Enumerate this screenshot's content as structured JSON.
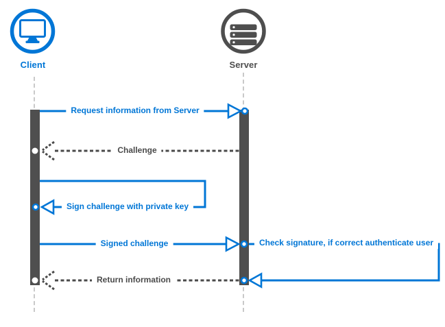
{
  "diagram": {
    "type": "sequence-diagram",
    "colors": {
      "accent_blue": "#0076d6",
      "dark_gray": "#4f4f4f",
      "dashed_message_gray": "#4a4a4a",
      "lifeline_gray": "#c9c9c9",
      "background": "#ffffff"
    },
    "actors": [
      {
        "id": "client",
        "label": "Client",
        "icon": "monitor-icon",
        "color": "#0076d6"
      },
      {
        "id": "server",
        "label": "Server",
        "icon": "server-stack-icon",
        "color": "#4e4e4e"
      }
    ],
    "messages": [
      {
        "label": "Request information from Server",
        "from": "client",
        "to": "server",
        "style": "solid-blue",
        "kind": "call"
      },
      {
        "label": "Challenge",
        "from": "server",
        "to": "client",
        "style": "dashed-gray",
        "kind": "return"
      },
      {
        "label": "Sign challenge with private key",
        "from": "client",
        "to": "client",
        "style": "solid-blue",
        "kind": "self"
      },
      {
        "label": "Signed challenge",
        "from": "client",
        "to": "server",
        "style": "solid-blue",
        "kind": "call"
      },
      {
        "label": "Check signature, if correct authenticate user",
        "from": "server",
        "to": "server",
        "style": "solid-blue",
        "kind": "self"
      },
      {
        "label": "Return information",
        "from": "server",
        "to": "client",
        "style": "dashed-gray",
        "kind": "return"
      }
    ]
  }
}
